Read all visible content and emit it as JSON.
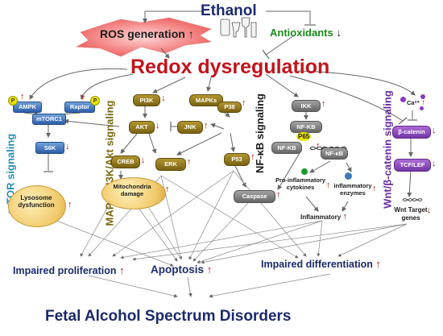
{
  "top": {
    "ethanol": "Ethanol",
    "ros": "ROS generation",
    "antioxidants": "Antioxidants",
    "redox": "Redox dysregulation"
  },
  "pathways": {
    "mtor": "mTOR signaling",
    "mapk": "MAPK/PI3K/Akt signaling",
    "nfkb": "NF-κB signaling",
    "wnt": "Wnt/β-catenin signaling"
  },
  "nodes": {
    "ampk": "AMPK",
    "raptor": "Raptor",
    "mtorc1": "mTORC1",
    "s6k": "S6K",
    "pi3k": "PI3K",
    "mapks": "MAPKs",
    "p38": "P38",
    "akt": "AKT",
    "jnk": "JNK",
    "creb": "CREB",
    "erk": "ERK",
    "p53": "P53",
    "ikk": "IKK",
    "nfkb1": "NF-KB",
    "nfkb2": "NF-KB",
    "nfkb3": "NF-κB",
    "p65": "P65",
    "caspase": "Caspase",
    "ca": "Ca²⁺",
    "bcatenin": "β-catenin",
    "tcf": "TCF/LEF",
    "p_badge": "P"
  },
  "labels": {
    "lysosome": "Lysosome dysfunction",
    "mito": "Mitochondria damage",
    "proinflam": "Pro-inflammatory cytokines",
    "enzymes": "inflammatory enzymes",
    "inflammatory": "Inflammatory",
    "wnt_genes": "Wnt Target genes"
  },
  "outcomes": {
    "proliferation": "Impaired proliferation",
    "apoptosis": "Apoptosis",
    "differentiation": "Impaired differentiation"
  },
  "footer": "Fetal Alcohol Spectrum Disorders",
  "arrows": {
    "up": "↑",
    "down": "↓"
  },
  "icons": {
    "alcohol_glasses": "alcohol-glasses-icon",
    "dna": "dna-icon",
    "cell": "cell-icon"
  },
  "colors": {
    "navy": "#1b2a6b",
    "crimson": "#c0141c",
    "green": "#1a8a1a",
    "teal": "#2a8fb0",
    "olive": "#7a6a10",
    "purple": "#6a2ca0",
    "arrow_red": "#b01414"
  }
}
